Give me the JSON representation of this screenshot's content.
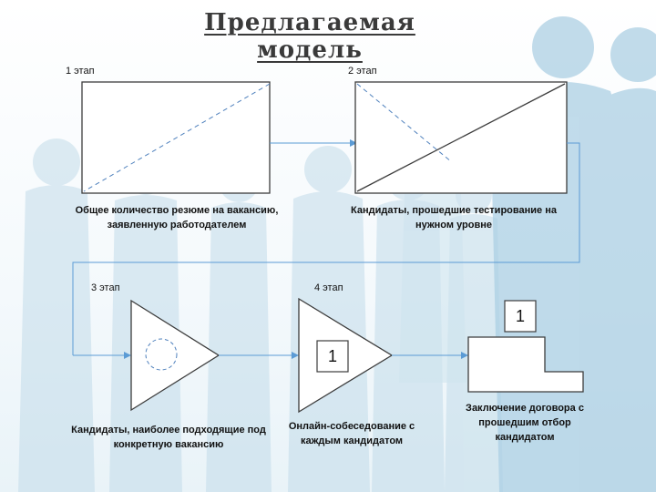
{
  "title": "Предлагаемая модель",
  "stages": [
    {
      "label": "1 этап",
      "caption": "Общее количество резюме на вакансию, заявленную работодателем"
    },
    {
      "label": "2 этап",
      "caption": "Кандидаты, прошедшие тестирование на нужном уровне"
    },
    {
      "label": "3 этап",
      "caption": "Кандидаты, наиболее подходящие под конкретную вакансию"
    },
    {
      "label": "4 этап",
      "caption": "Онлайн-собеседование с каждым кандидатом"
    }
  ],
  "final": {
    "caption": "Заключение договора с прошедшим отбор кандидатом"
  },
  "badges": {
    "stage4": "1",
    "final": "1"
  },
  "colors": {
    "line": "#3c3c3c",
    "connector": "#5b9bd5",
    "dashed": "#4f81bd",
    "silhouette": "#b9d6e7"
  }
}
